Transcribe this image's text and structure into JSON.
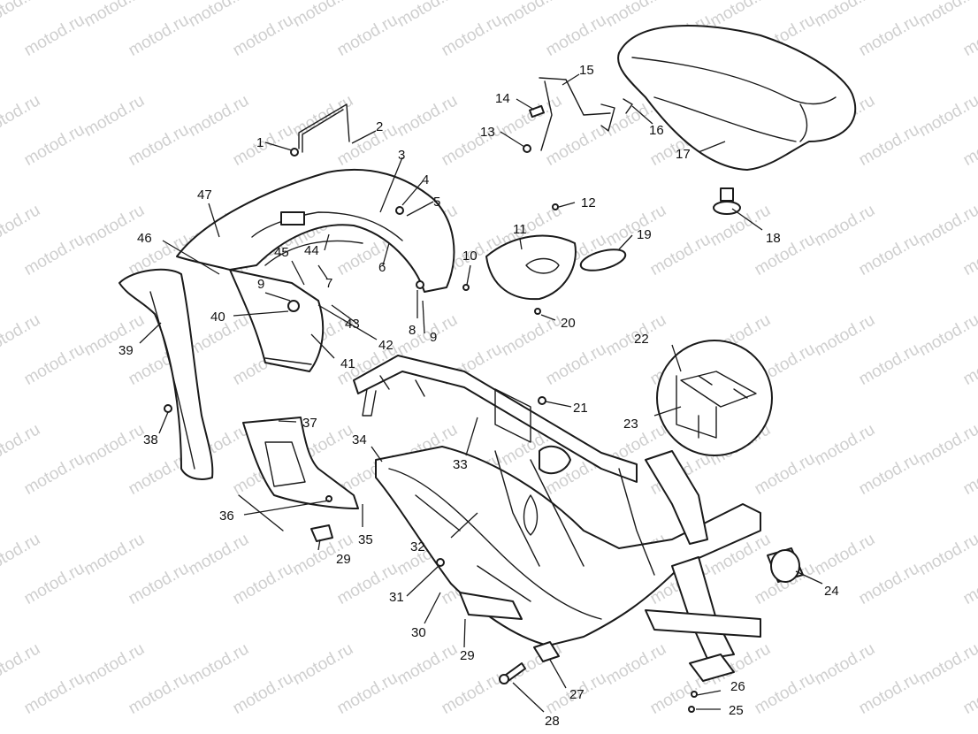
{
  "watermark": "motod.ru",
  "colors": {
    "line": "#1a1a1a",
    "watermark": "#cfcfcf",
    "background": "#ffffff"
  },
  "callouts": [
    "1",
    "2",
    "3",
    "4",
    "5",
    "6",
    "7",
    "8",
    "9",
    "10",
    "11",
    "12",
    "13",
    "14",
    "15",
    "16",
    "17",
    "18",
    "19",
    "20",
    "21",
    "22",
    "23",
    "24",
    "25",
    "26",
    "27",
    "28",
    "29",
    "30",
    "31",
    "32",
    "33",
    "34",
    "35",
    "36",
    "37",
    "38",
    "39",
    "40",
    "41",
    "42",
    "43",
    "44",
    "45",
    "46",
    "47"
  ]
}
